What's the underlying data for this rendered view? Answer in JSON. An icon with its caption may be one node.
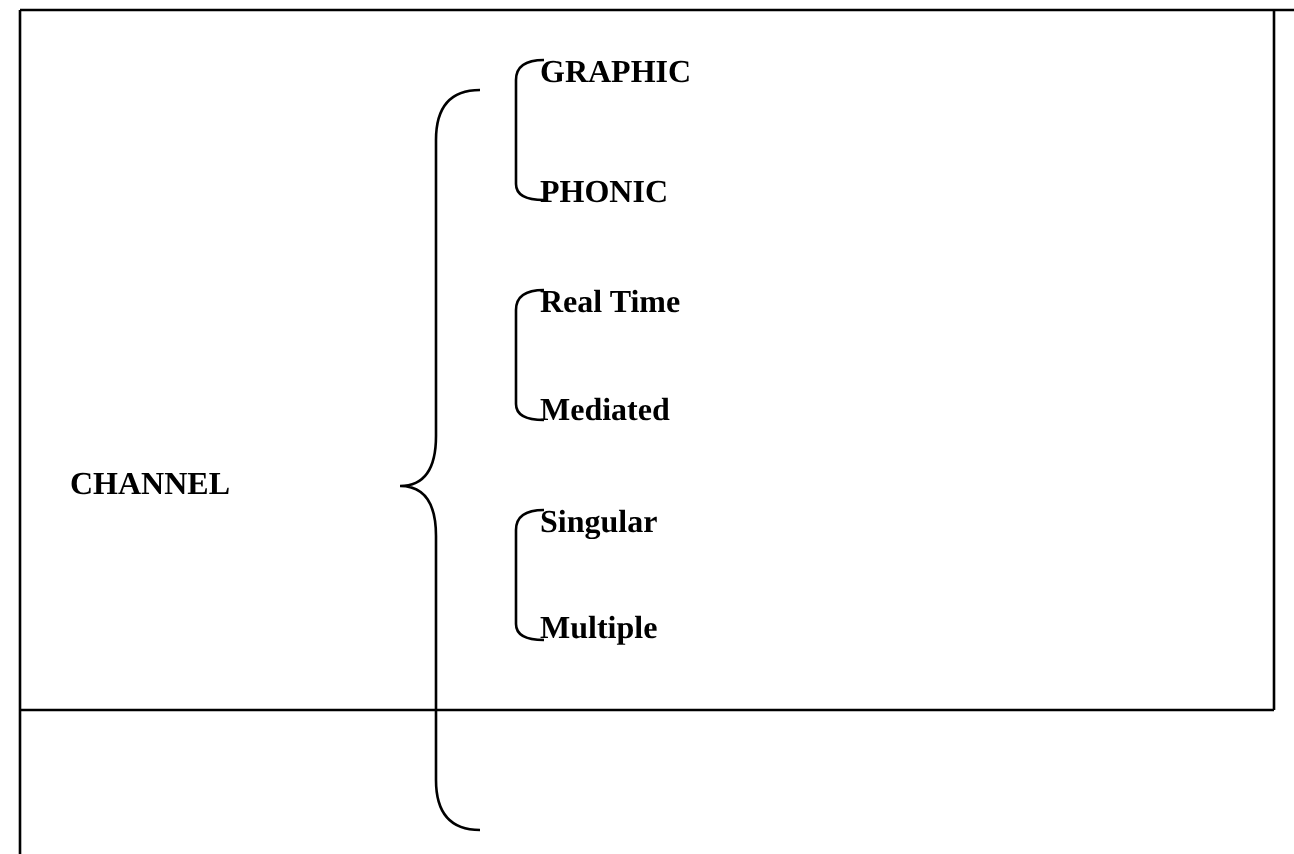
{
  "diagram": {
    "labels": [
      "CHANNEL",
      "GRAPHIC",
      "PHONIC",
      "Real Time",
      "Mediated",
      "Singular",
      "Multiple"
    ]
  }
}
